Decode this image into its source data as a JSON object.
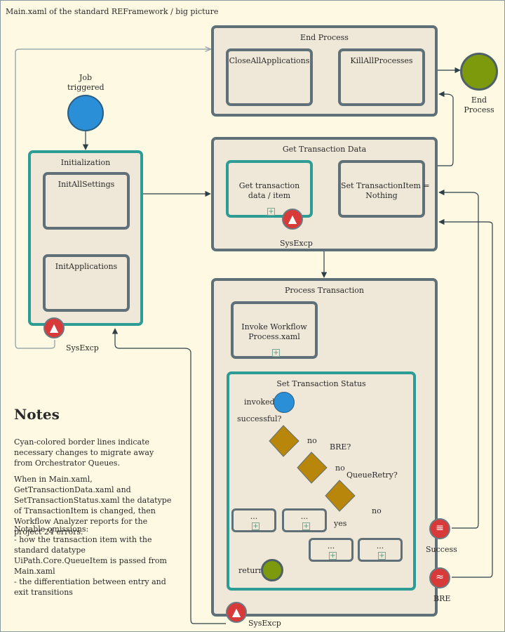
{
  "page_title": "Main.xaml of the standard REFramework / big picture",
  "start": {
    "label_line1": "Job",
    "label_line2": "triggered"
  },
  "end": {
    "label_line1": "End",
    "label_line2": "Process"
  },
  "end_process": {
    "title": "End Process",
    "close_all": "CloseAllApplications",
    "kill_all": "KillAllProcesses"
  },
  "get_transaction_data": {
    "title": "Get Transaction Data",
    "item_line1": "Get transaction",
    "item_line2": "data / item",
    "set_line1": "Set TransactionItem =",
    "set_line2": "Nothing",
    "sysexcp": "SysExcp"
  },
  "initialization": {
    "title": "Initialization",
    "init_settings": "InitAllSettings",
    "init_apps": "InitApplications",
    "sysexcp": "SysExcp"
  },
  "process_transaction": {
    "title": "Process Transaction",
    "invoke_line1": "Invoke Workflow",
    "invoke_line2": "Process.xaml",
    "sysexcp": "SysExcp"
  },
  "set_transaction_status": {
    "title": "Set Transaction Status",
    "invoked": "invoked",
    "successful": "successful?",
    "no1": "no",
    "bre_q": "BRE?",
    "no2": "no",
    "queue_retry_q": "QueueRetry?",
    "no3": "no",
    "yes": "yes",
    "ellipsis": "...",
    "return": "return"
  },
  "success_label": "Success",
  "bre_label": "BRE",
  "notes": {
    "heading": "Notes",
    "p1": "Cyan-colored border lines indicate necessary changes to migrate away from Orchestrator Queues.",
    "p2": "When in Main.xaml, GetTransactionData.xaml and SetTransactionStatus.xaml the datatype of TransactionItem is changed, then Workflow Analyzer reports for the project 24 errors.",
    "p3_title": "Notable omissions:",
    "p3_item1": "- how the transaction item with the standard datatype UiPath.Core.QueueItem is passed from Main.xaml",
    "p3_item2": "- the differentiation between entry and exit transitions"
  },
  "colors": {
    "cyan": "#2c9c95",
    "slate": "#5f7078",
    "box_fill": "#efe8d8",
    "start_blue": "#2b8fd8",
    "end_olive": "#7c9a0c",
    "decision": "#b8860b",
    "sysexcp_red": "#d83a3a"
  }
}
